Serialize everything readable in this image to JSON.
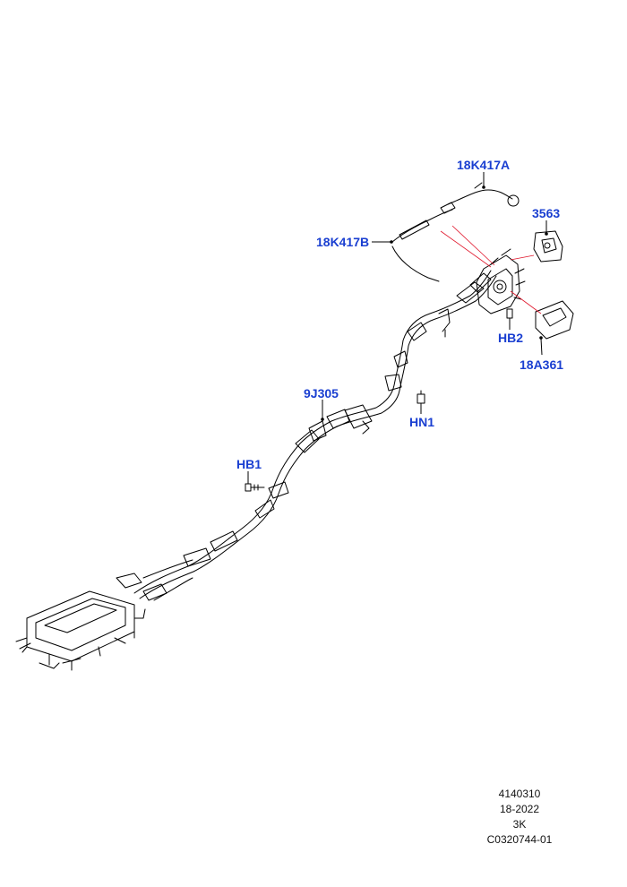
{
  "colors": {
    "callout": "#1a3fd1",
    "line": "#000000",
    "highlight": "#e0182d"
  },
  "callouts": {
    "c18K417A": "18K417A",
    "c3563": "3563",
    "c18K417B": "18K417B",
    "cHB2": "HB2",
    "c18A361": "18A361",
    "c9J305": "9J305",
    "cHN1": "HN1",
    "cHB1": "HB1"
  },
  "footer": {
    "line1": "4140310",
    "line2": "18-2022",
    "line3": "3K",
    "line4": "C0320744-01"
  }
}
